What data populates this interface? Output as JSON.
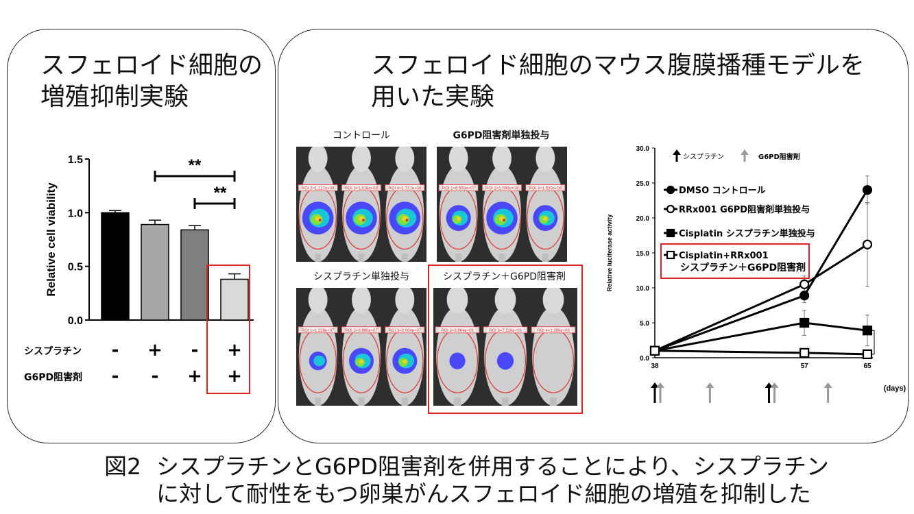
{
  "left": {
    "title": "スフェロイド細胞の\n増殖抑制実験",
    "row_labels": [
      "シスプラチン",
      "G6PD阻害剤"
    ],
    "cisplatin_signs": [
      "-",
      "+",
      "-",
      "+"
    ],
    "g6pd_signs": [
      "-",
      "-",
      "+",
      "+"
    ],
    "sig_labels": [
      "**",
      "**"
    ]
  },
  "right": {
    "title": "スフェロイド細胞のマウス腹膜播種モデルを\n用いた実験",
    "img_labels": [
      "コントロール",
      "G6PD阻害剤単独投与",
      "シスプラチン単独投与",
      "シスプラチン＋G6PD阻害剤"
    ],
    "roi_texts": [
      [
        "ROI 2=1.127e+08",
        "ROI 3=1.618e+08",
        "ROI 4=1.717e+08"
      ],
      [
        "ROI 1=6.550e+07",
        "ROI 2=1.090e+08",
        "ROI 3=1.520e+08"
      ],
      [
        "ROI 1=1.229e+07",
        "ROI 2=3.880e+07",
        "ROI 3=2.004e+07"
      ],
      [
        "ROI 2=3.964e+06",
        "ROI 3=7.516e+06",
        "ROI 4=1.200e+06"
      ]
    ],
    "arrow_legend": {
      "black": "シスプラチン",
      "gray": "G6PD阻害剤"
    },
    "days_label": "(days)",
    "arrows": [
      {
        "color": "black",
        "day": 38
      },
      {
        "color": "gray",
        "day": 38.7
      },
      {
        "color": "gray",
        "day": 45
      },
      {
        "color": "black",
        "day": 52.5
      },
      {
        "color": "gray",
        "day": 53.2
      },
      {
        "color": "gray",
        "day": 60
      }
    ]
  },
  "caption": {
    "prefix": "図2",
    "line1": "シスプラチンとG6PD阻害剤を併用することにより、シスプラチン",
    "line2": "に対して耐性をもつ卵巣がんスフェロイド細胞の増殖を抑制した"
  },
  "chart_data": [
    {
      "type": "bar",
      "title": "",
      "xlabel": "",
      "ylabel": "Relative cell viability",
      "ylim": [
        0,
        1.5
      ],
      "yticks": [
        "0.0",
        "0.5",
        "1.0",
        "1.5"
      ],
      "categories": [
        "-/-",
        "+/-",
        "-/+",
        "+/+"
      ],
      "values": [
        1.0,
        0.89,
        0.84,
        0.38
      ],
      "errors": [
        0.02,
        0.04,
        0.04,
        0.05
      ],
      "colors": [
        "#000000",
        "#a6a6a6",
        "#7f7f7f",
        "#d9d9d9"
      ],
      "significance": [
        {
          "from": 1,
          "to": 3,
          "label": "**"
        },
        {
          "from": 2,
          "to": 3,
          "label": "**"
        }
      ]
    },
    {
      "type": "line",
      "title": "",
      "xlabel": "",
      "ylabel": "Relative luciferase activity",
      "ylim": [
        0,
        30
      ],
      "yticks": [
        "0.0",
        "5.0",
        "10.0",
        "15.0",
        "20.0",
        "25.0",
        "30.0"
      ],
      "x": [
        38,
        57,
        65
      ],
      "xticks": [
        "38",
        "57",
        "65"
      ],
      "legend_position": "top-left",
      "series": [
        {
          "name": "DMSO コントロール",
          "marker": "circle-filled",
          "values": [
            1.0,
            8.9,
            24.0
          ],
          "errors": [
            0,
            1.0,
            2.0
          ]
        },
        {
          "name": "RRx001 G6PD阻害剤単独投与",
          "marker": "circle-open",
          "values": [
            1.0,
            10.5,
            16.2
          ],
          "errors": [
            0,
            1.2,
            6.0
          ]
        },
        {
          "name": "Cisplatin シスプラチン単独投与",
          "marker": "square-filled",
          "values": [
            1.0,
            5.0,
            3.9
          ],
          "errors": [
            0,
            1.8,
            2.2
          ]
        },
        {
          "name": "Cisplatin+RRx001\nシスプラチン＋G6PD阻害剤",
          "marker": "square-open",
          "values": [
            1.0,
            0.7,
            0.5
          ],
          "errors": [
            0,
            0.2,
            0.2
          ]
        }
      ]
    }
  ]
}
